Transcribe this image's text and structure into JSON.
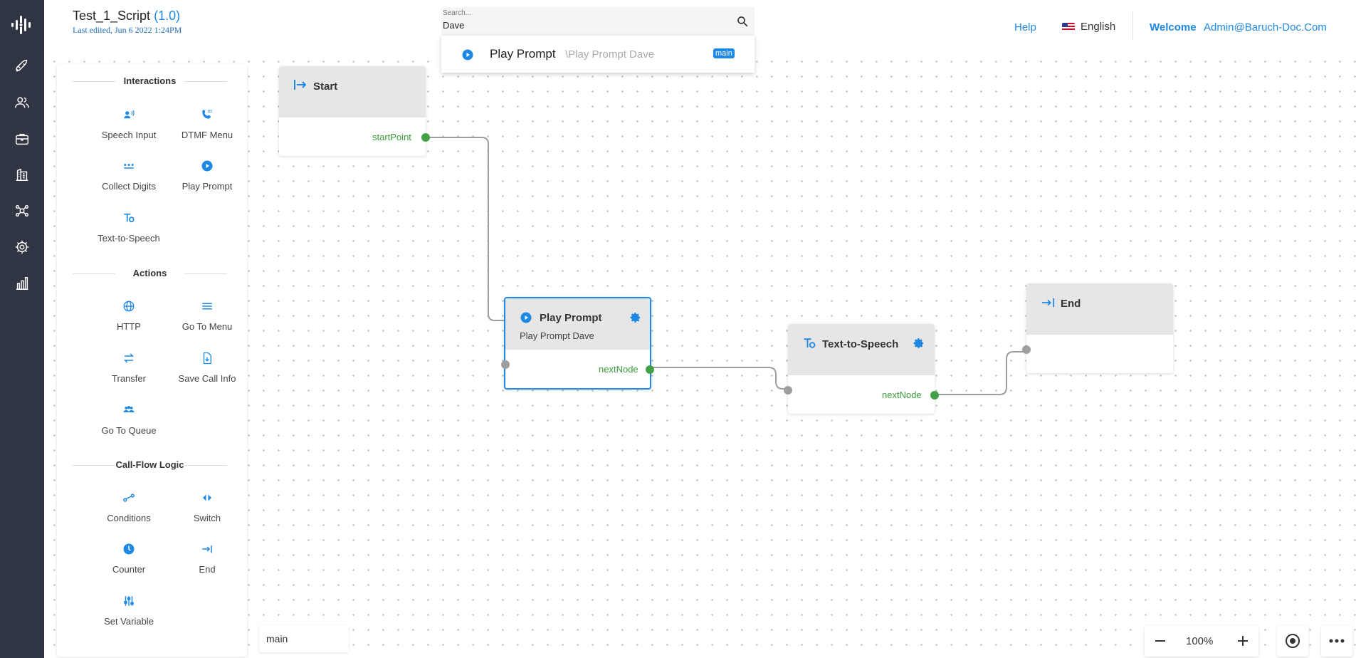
{
  "header": {
    "title": "Test_1_Script",
    "version": "(1.0)",
    "last_edited": "Last edited, Jun 6 2022 1:24PM",
    "search_label": "Search...",
    "search_value": "Dave",
    "help": "Help",
    "language": "English",
    "welcome": "Welcome",
    "user": "Admin@Baruch-Doc.Com"
  },
  "search_result": {
    "name": "Play Prompt",
    "path": "\\Play Prompt Dave",
    "badge": "main"
  },
  "rail": {
    "items": [
      "rocket-icon",
      "users-icon",
      "briefcase-icon",
      "buildings-icon",
      "network-icon",
      "gear-icon",
      "analytics-icon"
    ]
  },
  "palette": {
    "sections": {
      "interactions": "Interactions",
      "actions": "Actions",
      "logic": "Call-Flow Logic"
    },
    "items": {
      "speech_input": "Speech Input",
      "dtmf_menu": "DTMF Menu",
      "collect_digits": "Collect Digits",
      "play_prompt": "Play Prompt",
      "tts": "Text-to-Speech",
      "http": "HTTP",
      "goto_menu": "Go To Menu",
      "transfer": "Transfer",
      "save_call_info": "Save Call Info",
      "goto_queue": "Go To Queue",
      "conditions": "Conditions",
      "switch": "Switch",
      "counter": "Counter",
      "end": "End",
      "set_variable": "Set Variable"
    }
  },
  "nodes": {
    "start": {
      "title": "Start",
      "port": "startPoint"
    },
    "play_prompt": {
      "title": "Play Prompt",
      "subtitle": "Play Prompt Dave",
      "port": "nextNode"
    },
    "tts": {
      "title": "Text-to-Speech",
      "port": "nextNode"
    },
    "end": {
      "title": "End"
    }
  },
  "footer": {
    "tab": "main",
    "zoom": "100%"
  },
  "colors": {
    "accent": "#1e88e5",
    "rail": "#2f3542",
    "port_connected": "#43a047",
    "port_input": "#9e9e9e"
  }
}
